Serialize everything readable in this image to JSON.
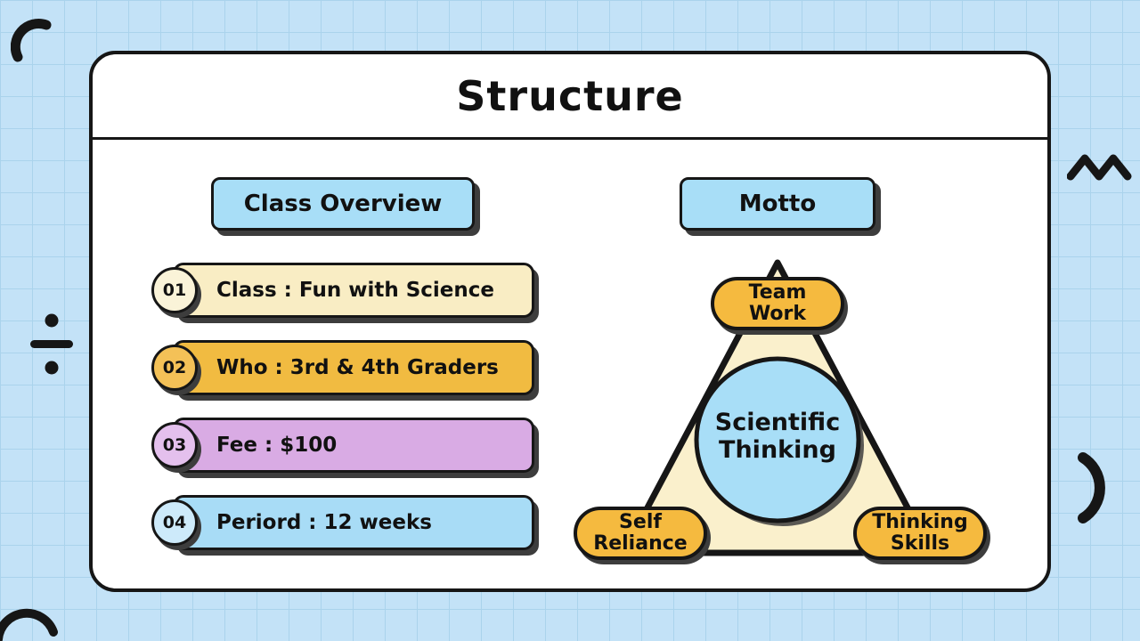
{
  "title": "Structure",
  "left_panel": {
    "header_label": "Class Overview",
    "items": [
      {
        "num": "01",
        "label": "Class : Fun with Science",
        "bar_color": "#f9edc4",
        "num_color": "#faf3d8"
      },
      {
        "num": "02",
        "label": "Who : 3rd & 4th Graders",
        "bar_color": "#f1bb41",
        "num_color": "#f4c157"
      },
      {
        "num": "03",
        "label": "Fee : $100",
        "bar_color": "#d9abe4",
        "num_color": "#e4c0ed"
      },
      {
        "num": "04",
        "label": "Periord : 12 weeks",
        "bar_color": "#a8dcf6",
        "num_color": "#cdeafa"
      }
    ]
  },
  "right_panel": {
    "header_label": "Motto",
    "center_label": "Scientific Thinking",
    "nodes": [
      {
        "label": "Team Work",
        "position": "top"
      },
      {
        "label": "Self Reliance",
        "position": "bottom-left"
      },
      {
        "label": "Thinking Skills",
        "position": "bottom-right"
      }
    ]
  },
  "colors": {
    "background": "#c3e2f7",
    "grid_line": "#aad3ec",
    "card_background": "#ffffff",
    "outline": "#161616",
    "header_button_bg": "#a8def7",
    "triangle_fill": "#faf0cc",
    "center_circle_fill": "#a8def7",
    "node_pill_bg": "#f5ba3f",
    "shadow": "#3d3d3d"
  }
}
